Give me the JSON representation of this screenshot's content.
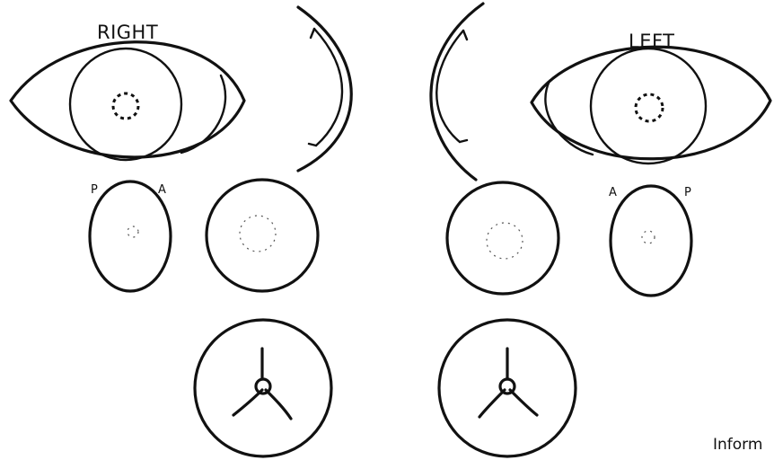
{
  "labels": {
    "right_eye": "RIGHT",
    "left_eye": "LEFT",
    "right_posterior": "P",
    "right_anterior": "A",
    "left_anterior": "A",
    "left_posterior": "P",
    "caption": "Inform"
  }
}
